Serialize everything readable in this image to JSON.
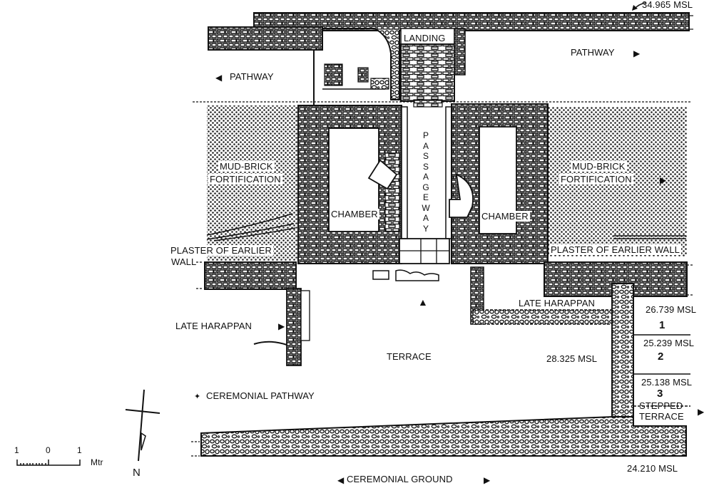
{
  "title": "Plan of gateway with passageway, chambers, mud-brick fortification and stepped terrace",
  "labels": {
    "landing": "LANDING",
    "pathway_left": "PATHWAY",
    "pathway_right": "PATHWAY",
    "mudbrick_left_1": "MUD-BRICK",
    "mudbrick_left_2": "FORTIFICATION",
    "mudbrick_right_1": "MUD-BRICK",
    "mudbrick_right_2": "FORTIFICATION",
    "passageway": "PASSAGEWAY",
    "chamber_left": "CHAMBER",
    "chamber_right": "CHAMBER",
    "plaster_left_1": "PLASTER OF EARLIER",
    "plaster_left_2": "WALL",
    "plaster_right": "PLASTER OF EARLIER WALL",
    "late_harappan_left": "LATE HARAPPAN",
    "late_harappan_right": "LATE HARAPPAN",
    "terrace": "TERRACE",
    "ceremonial_pathway": "CEREMONIAL PATHWAY",
    "ceremonial_ground": "CEREMONIAL GROUND",
    "stepped_terrace_1": "STEPPED",
    "stepped_terrace_2": "TERRACE"
  },
  "levels": {
    "top": "34.965 MSL",
    "terrace": "28.325 MSL",
    "step_1_top": "26.739 MSL",
    "step_2_top": "25.239 MSL",
    "step_3_top": "25.138 MSL",
    "bottom": "24.210 MSL"
  },
  "steps": [
    "1",
    "2",
    "3"
  ],
  "scale": {
    "ticks": [
      "1",
      "0",
      "1"
    ],
    "unit": "Mtr"
  },
  "north": {
    "label": "N"
  },
  "icons": {
    "arrow_left": "◀",
    "arrow_right": "▶",
    "arrow_up": "▲",
    "arrow_small_left": "✦"
  }
}
